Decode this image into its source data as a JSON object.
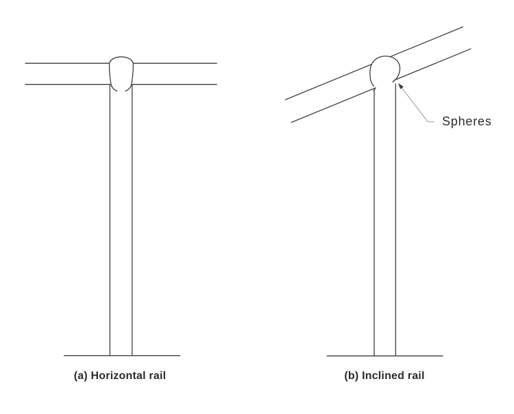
{
  "figure": {
    "panels": [
      {
        "id": "a",
        "caption": "(a) Horizontal rail"
      },
      {
        "id": "b",
        "caption": "(b) Inclined rail",
        "annotation": "Spheres"
      }
    ],
    "colors": {
      "line": "#3d3d3d",
      "leader": "#9a9a9a",
      "arrowhead": "#3d3d3d",
      "text": "#2b2b2b",
      "background": "#ffffff"
    }
  }
}
